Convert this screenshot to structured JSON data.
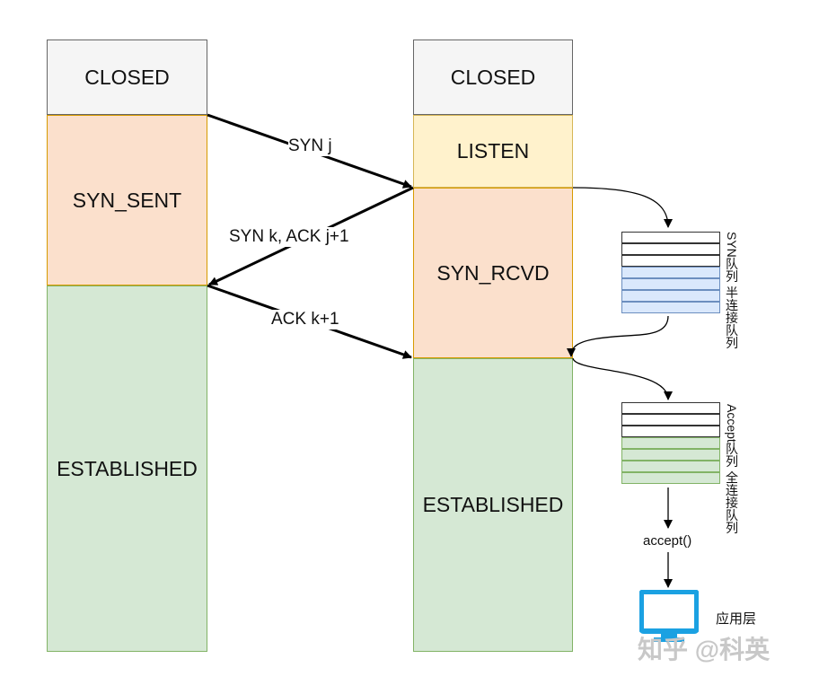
{
  "client": {
    "closed": "CLOSED",
    "syn_sent": "SYN_SENT",
    "established": "ESTABLISHED"
  },
  "server": {
    "closed": "CLOSED",
    "listen": "LISTEN",
    "syn_rcvd": "SYN_RCVD",
    "established": "ESTABLISHED"
  },
  "messages": {
    "syn": "SYN j",
    "syn_ack": "SYN k,  ACK j+1",
    "ack": "ACK k+1"
  },
  "queues": {
    "syn_queue_line1": "SYN队列",
    "syn_queue_line2": "半连接队列",
    "accept_queue_line1": "Accept队列",
    "accept_queue_line2": "全连接队列"
  },
  "accept_call": "accept()",
  "app_layer": "应用层",
  "watermark": "知乎 @科英",
  "colors": {
    "closed": "#f5f5f5",
    "sent": "#fbe0cc",
    "listen": "#fff2cc",
    "established": "#d5e8d4",
    "syn_queue": "#dae8fc",
    "monitor": "#1ba1e2"
  },
  "icons": [
    "monitor-icon"
  ]
}
